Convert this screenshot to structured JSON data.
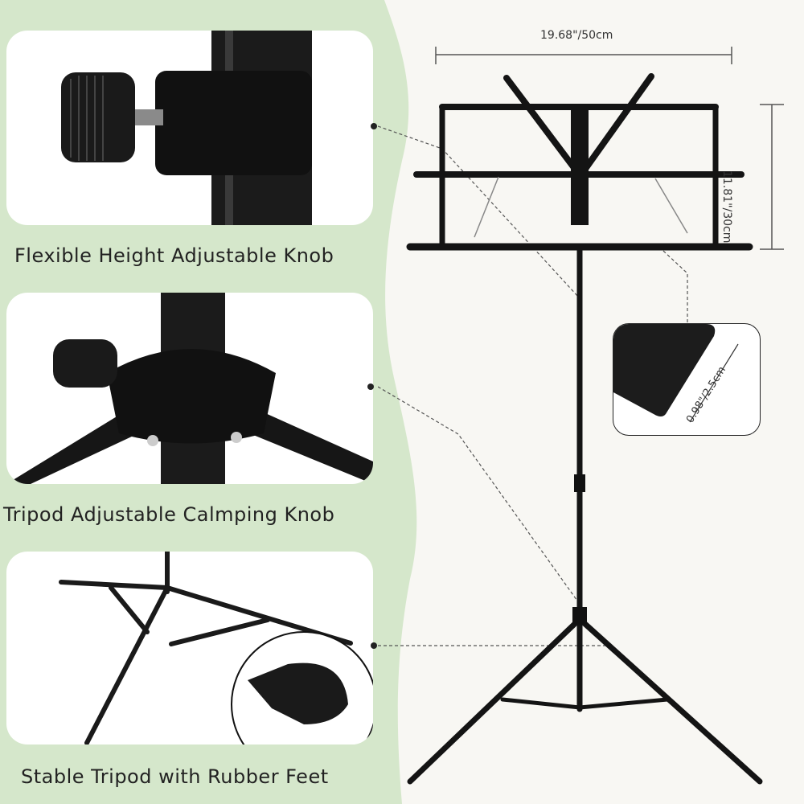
{
  "features": [
    {
      "caption": "Flexible Height Adjustable Knob",
      "icon": "height-knob-photo"
    },
    {
      "caption": "Tripod Adjustable Calmping Knob",
      "icon": "tripod-knob-photo"
    },
    {
      "caption": "Stable Tripod with Rubber Feet",
      "icon": "tripod-feet-photo"
    }
  ],
  "dimensions": {
    "width": "19.68\"/50cm",
    "height": "11.81\"/30cm",
    "lip": "0.98\"/2.5cm"
  },
  "colors": {
    "panel_green": "#d5e7cb",
    "background": "#f8f7f3",
    "metal": "#151515"
  }
}
